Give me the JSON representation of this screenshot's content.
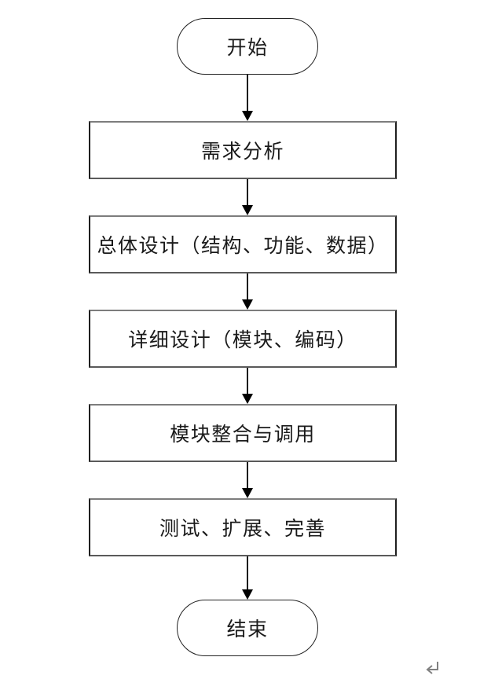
{
  "diagram": {
    "type": "flowchart",
    "direction": "top-down",
    "nodes": [
      {
        "id": "start",
        "shape": "terminator",
        "label": "开始"
      },
      {
        "id": "requirements",
        "shape": "process",
        "label": "需求分析"
      },
      {
        "id": "overall-design",
        "shape": "process",
        "label": "总体设计（结构、功能、数据）"
      },
      {
        "id": "detailed-design",
        "shape": "process",
        "label": "详细设计（模块、编码）"
      },
      {
        "id": "module-integration",
        "shape": "process",
        "label": "模块整合与调用"
      },
      {
        "id": "testing",
        "shape": "process",
        "label": "测试、扩展、完善"
      },
      {
        "id": "end",
        "shape": "terminator",
        "label": "结束"
      }
    ],
    "edges": [
      {
        "from": "start",
        "to": "requirements",
        "arrow": "down"
      },
      {
        "from": "requirements",
        "to": "overall-design",
        "arrow": "down"
      },
      {
        "from": "overall-design",
        "to": "detailed-design",
        "arrow": "down"
      },
      {
        "from": "detailed-design",
        "to": "module-integration",
        "arrow": "down"
      },
      {
        "from": "module-integration",
        "to": "testing",
        "arrow": "down"
      },
      {
        "from": "testing",
        "to": "end",
        "arrow": "down"
      }
    ],
    "colors": {
      "background": "#ffffff",
      "shape_border": "#1f1f1f",
      "text": "#1a1a1a",
      "arrow": "#000000",
      "paragraph_mark": "#808080"
    }
  },
  "formatting_marks": {
    "paragraph_return": "↵"
  }
}
